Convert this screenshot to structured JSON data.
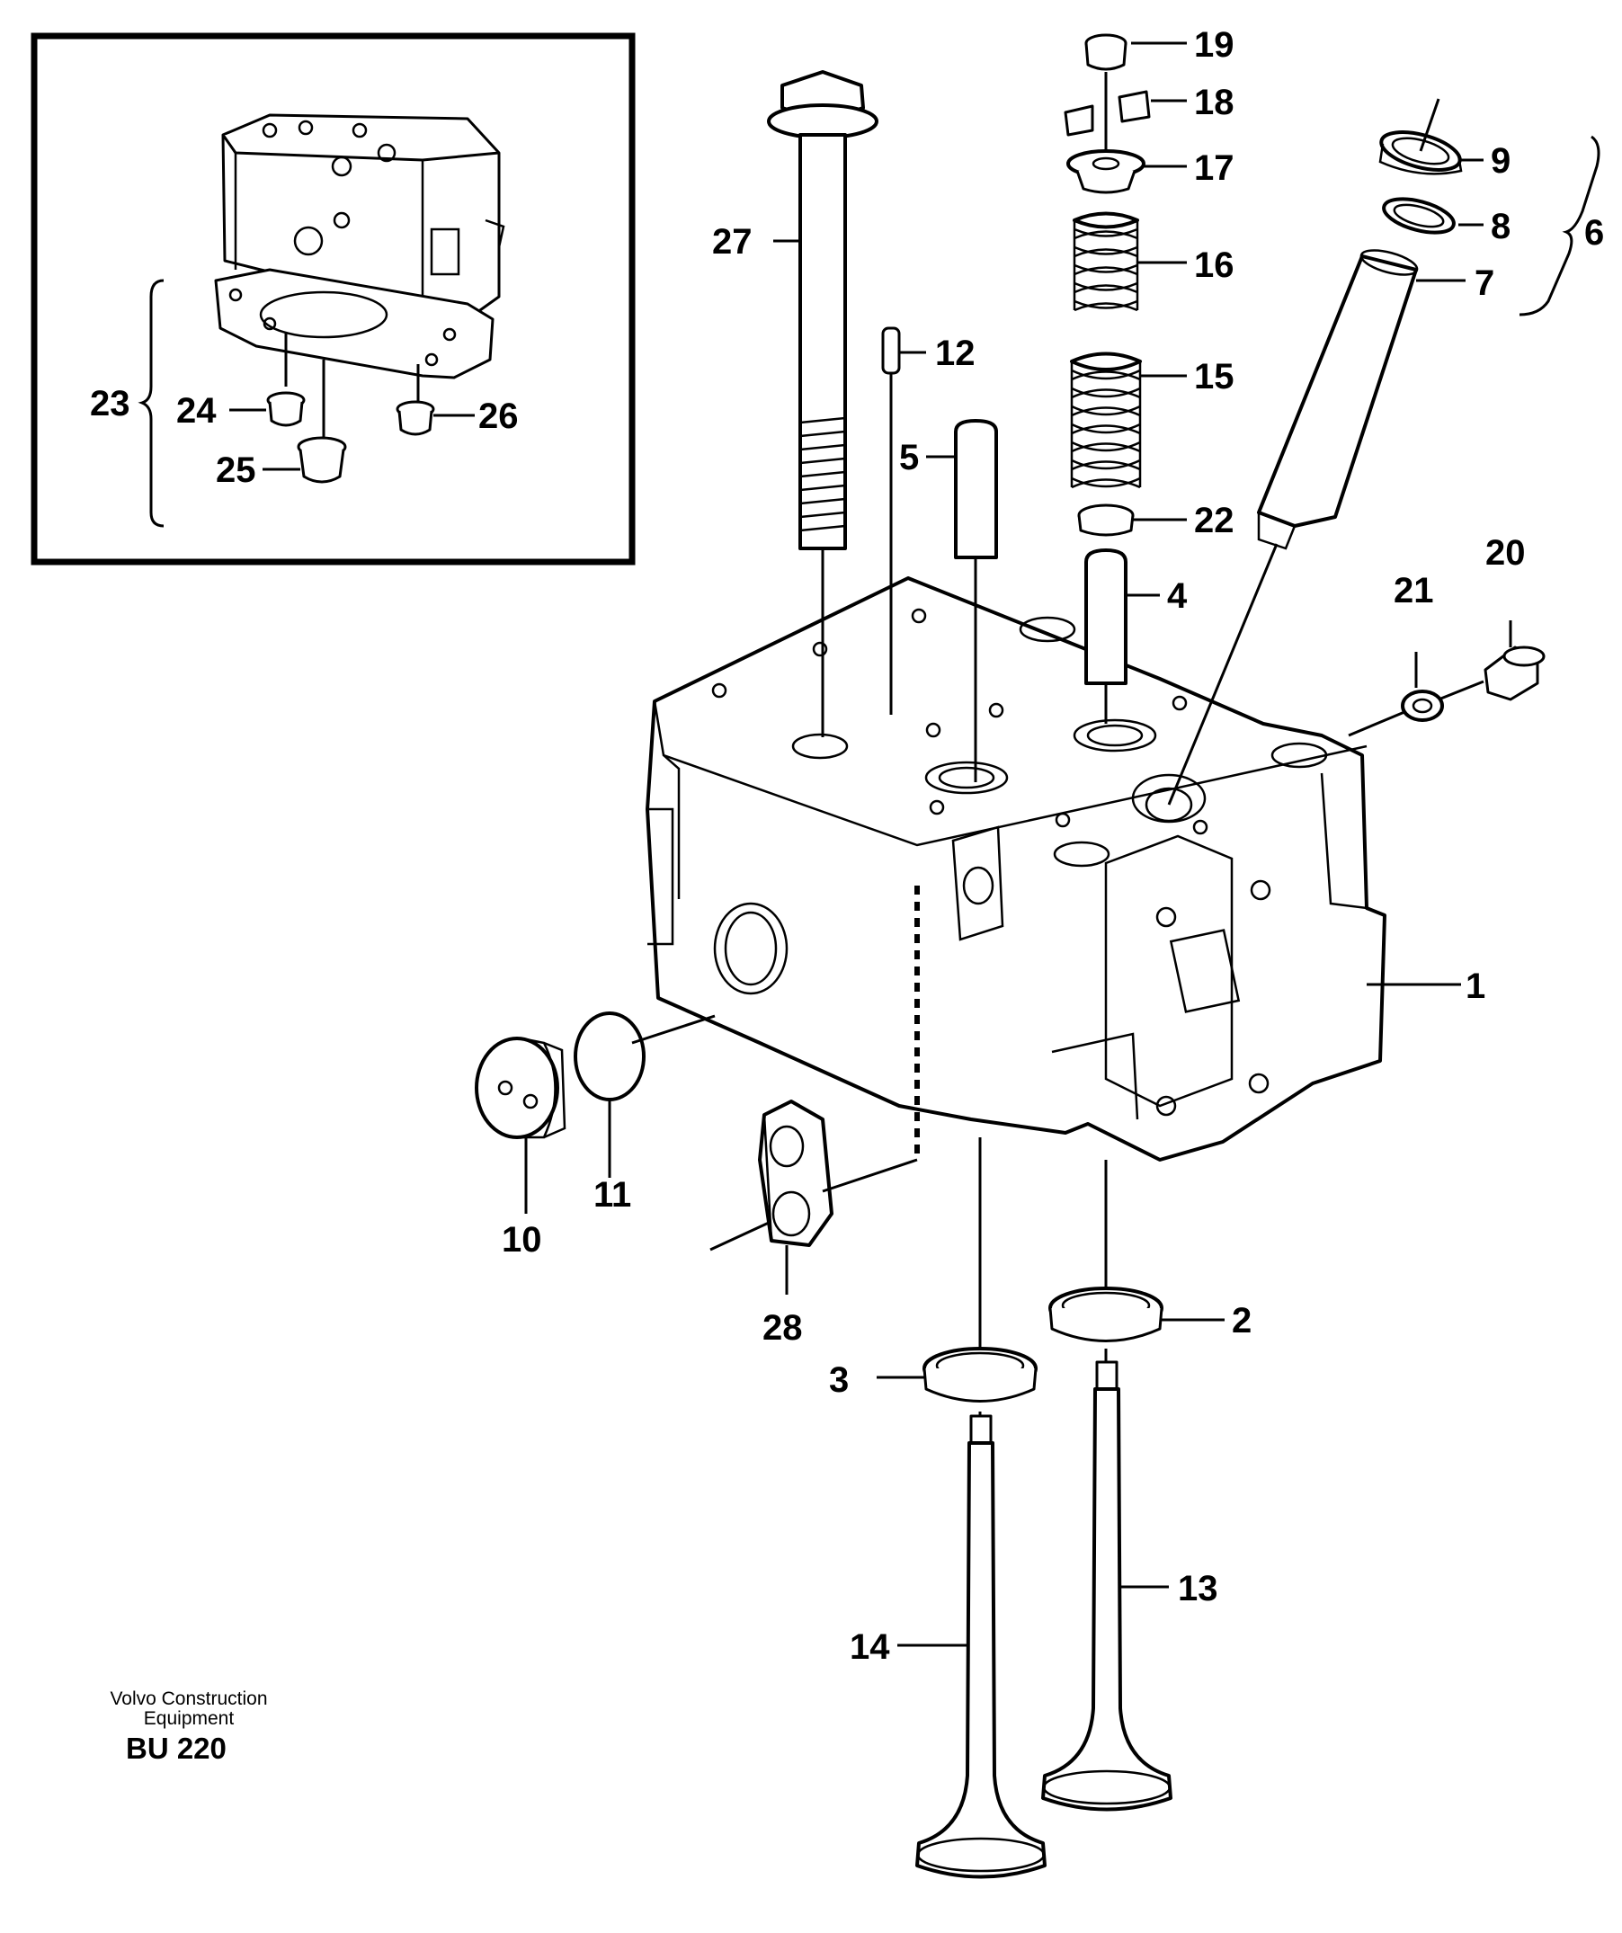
{
  "labels": [
    "1",
    "2",
    "3",
    "4",
    "5",
    "6",
    "7",
    "8",
    "9",
    "10",
    "11",
    "12",
    "13",
    "14",
    "15",
    "16",
    "17",
    "18",
    "19",
    "20",
    "21",
    "22",
    "23",
    "24",
    "25",
    "26",
    "27",
    "28"
  ],
  "footer": {
    "company_line1": "Volvo Construction",
    "company_line2": "Equipment",
    "code": "BU 220"
  }
}
